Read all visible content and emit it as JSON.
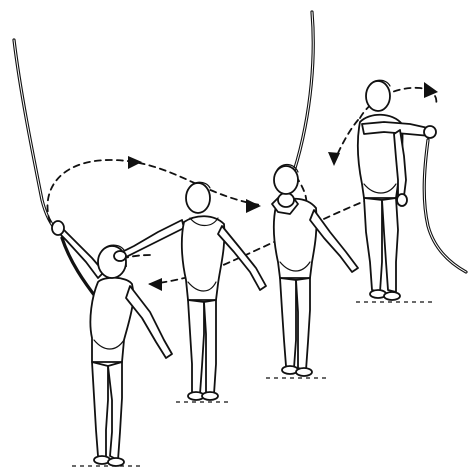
{
  "illustration": {
    "ink_color": "#111111",
    "background_color": "#ffffff",
    "figures": [
      "figure-one",
      "figure-two",
      "figure-three",
      "figure-four"
    ]
  }
}
